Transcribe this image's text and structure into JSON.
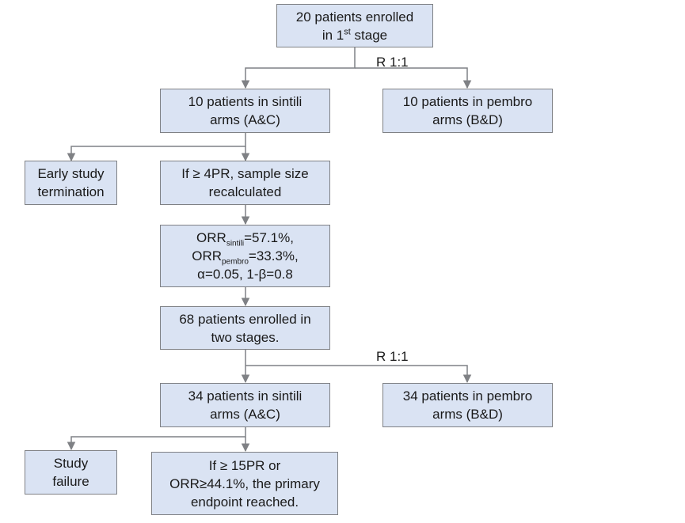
{
  "nodes": {
    "n1": {
      "line1": "20 patients enrolled",
      "line2_pre": "in 1",
      "line2_sup": "st",
      "line2_post": " stage"
    },
    "n2": {
      "line1": "10 patients in sintili",
      "line2": "arms (A&C)"
    },
    "n3": {
      "line1": "10 patients in pembro",
      "line2": "arms (B&D)"
    },
    "n4": {
      "line1": "Early study",
      "line2": "termination"
    },
    "n5": {
      "line1": "If ≥ 4PR, sample size",
      "line2": "recalculated"
    },
    "n6": {
      "l1_pre": "ORR",
      "l1_sub": "sintili",
      "l1_post": "=57.1%,",
      "l2_pre": "ORR",
      "l2_sub": "pembro",
      "l2_post": "=33.3%,",
      "l3": "α=0.05, 1-β=0.8"
    },
    "n7": {
      "line1": "68 patients enrolled in",
      "line2": "two stages."
    },
    "n8": {
      "line1": "34 patients in sintili",
      "line2": "arms (A&C)"
    },
    "n9": {
      "line1": "34 patients in pembro",
      "line2": "arms (B&D)"
    },
    "n10": {
      "line1": "Study",
      "line2": "failure"
    },
    "n11": {
      "line1": "If ≥ 15PR or",
      "line2": "ORR≥44.1%, the primary",
      "line3": "endpoint reached."
    }
  },
  "labels": {
    "randomization_1": "R 1:1",
    "randomization_2": "R 1:1"
  },
  "colors": {
    "box_fill": "#dae3f3",
    "box_border": "#7f8185",
    "edge": "#7f8185"
  }
}
